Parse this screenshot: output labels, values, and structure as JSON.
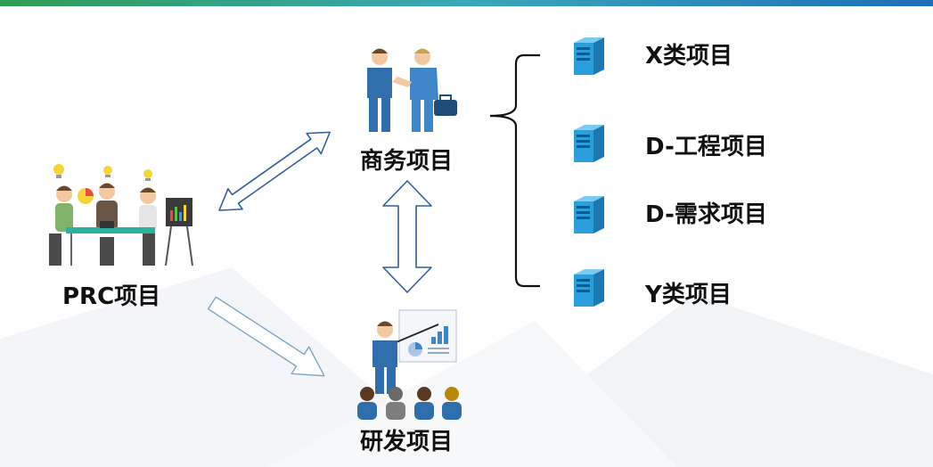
{
  "colors": {
    "top_bar": [
      "#2e9d52",
      "#3aa8b8",
      "#1e6fb8"
    ],
    "arrow_stroke": "#2f5f9c",
    "server": "#2a9fdc",
    "suit": "#2f6eab"
  },
  "nodes": {
    "prc": {
      "label": "PRC项目",
      "icon": "team-meeting-icon"
    },
    "business": {
      "label": "商务项目",
      "icon": "handshake-icon"
    },
    "rd": {
      "label": "研发项目",
      "icon": "presentation-icon"
    }
  },
  "categories": [
    {
      "label": "X类项目",
      "icon": "server-icon"
    },
    {
      "label": "D-工程项目",
      "icon": "server-icon"
    },
    {
      "label": "D-需求项目",
      "icon": "server-icon"
    },
    {
      "label": "Y类项目",
      "icon": "server-icon"
    }
  ]
}
